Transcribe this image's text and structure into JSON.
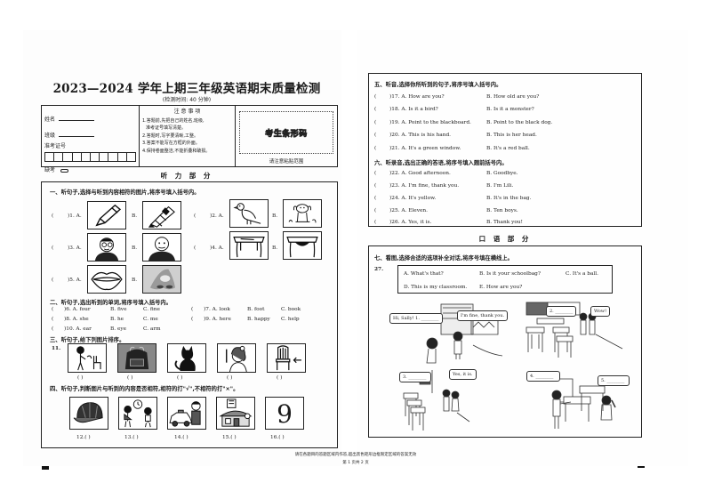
{
  "exam": {
    "title": "2023—2024 学年上期三年级英语期末质量检测",
    "duration": "(检测时间: 40 分钟)"
  },
  "info_box": {
    "name_label": "姓名",
    "class_label": "班级",
    "exam_id_label": "准考证号",
    "absent_label": "缺考",
    "notes_title": "注 意 事 项",
    "notes": [
      "1.答题前,先把自己的姓名,班级,",
      "  准考证号填写清楚。",
      "2.答题时,写字要清晰,工整。",
      "3.答案不能写在方框的外面。",
      "4.保持卷面整洁,不能折叠和破损。"
    ],
    "barcode_label": "考生条形码",
    "barcode_caption": "请注意粘贴范围"
  },
  "listening_section": {
    "heading": "听 力 部 分",
    "part1": {
      "title": "一、听句子,选择与听到内容相符的图片,将序号填入括号内。",
      "items": [
        {
          "num": ")1. A.",
          "a_pic": "pencil",
          "b_pic": "crayon"
        },
        {
          "num": ")2. A.",
          "a_pic": "bird",
          "b_pic": "dog"
        },
        {
          "num": ")3. A.",
          "a_pic": "man-glasses",
          "b_pic": "bald-man"
        },
        {
          "num": ")4. A.",
          "a_pic": "desk",
          "b_pic": "desk-drawer"
        },
        {
          "num": ")5. A.",
          "a_pic": "mouth",
          "b_pic": "nose"
        }
      ],
      "b_label": "B."
    },
    "part2": {
      "title": "二、听句子,选出听到的单词,将序号填入括号内。",
      "items": [
        {
          "num": ")6. A. four",
          "b": "B. five",
          "c": "C. fine"
        },
        {
          "num": ")7. A. look",
          "b": "B. foot",
          "c": "C. book"
        },
        {
          "num": ")8. A. she",
          "b": "B. he",
          "c": "C. me"
        },
        {
          "num": ")9. A. here",
          "b": "B. happy",
          "c": "C. help"
        },
        {
          "num": ")10. A. ear",
          "b": "B. eye",
          "c": "C. arm"
        }
      ]
    },
    "part3": {
      "title": "三、听句子,给下列图片排序。",
      "num": "11.",
      "pics": [
        "boy-chair",
        "schoolbag",
        "cat",
        "girl-pencil",
        "chair-arrow"
      ],
      "blank": "(      )"
    },
    "part4": {
      "title": "四、听句子,判断图片与听到的内容是否相符,相符的打\"√\",不相符的打\"×\"。",
      "items": [
        {
          "label": "12.(      )",
          "pic": "cap"
        },
        {
          "label": "13.(      )",
          "pic": "kids-clock"
        },
        {
          "label": "14.(      )",
          "pic": "taxi-man"
        },
        {
          "label": "15.(      )",
          "pic": "school-building"
        },
        {
          "label": "16.(      )",
          "pic": "number-9",
          "text": "9"
        }
      ]
    }
  },
  "right_page": {
    "part5": {
      "title": "五、听音,选择你所听到的句子,将序号填入括号内。",
      "items": [
        {
          "num": ")17. A. How are you?",
          "b": "B. How old are you?"
        },
        {
          "num": ")18. A. Is it a bird?",
          "b": "B. Is it a monster?"
        },
        {
          "num": ")19. A. Point to the blackboard.",
          "b": "B. Point to the black dog."
        },
        {
          "num": ")20. A. This is his hand.",
          "b": "B. This is her head."
        },
        {
          "num": ")21. A. It's a green window.",
          "b": "B. It's a red ball."
        }
      ]
    },
    "part6": {
      "title": "六、听录音,选出正确的答语,将序号填入题前括号内。",
      "items": [
        {
          "num": ")22. A. Good afternoon.",
          "b": "B. Goodbye."
        },
        {
          "num": ")23. A. I'm fine, thank you.",
          "b": "B. I'm Lili."
        },
        {
          "num": ")24. A. It's yellow.",
          "b": "B. It's in the bag."
        },
        {
          "num": ")25. A. Eleven.",
          "b": "B. Ten boys."
        },
        {
          "num": ")26. A. Yes, it is.",
          "b": "B. Thank you!"
        }
      ]
    },
    "oral_heading": "口 语 部 分",
    "part7": {
      "title": "七、看图,选择合适的选项补全对话,将序号填在横线上。",
      "num": "27.",
      "options": [
        "A. What's that?",
        "B. Is it your schoolbag?",
        "C. It's a ball.",
        "D. This is my classroom.",
        "E. How are you?"
      ],
      "bubbles": {
        "b1": "Hi, Sally! 1. ________",
        "b1r": "I'm fine, thank you.",
        "b2": "2. ________",
        "b2r": "Wow!",
        "b3": "3. ________",
        "b3r": "Yes, it is.",
        "b4": "4. ________",
        "b5": "5. ________"
      }
    }
  },
  "footer": {
    "notice": "请在各题目的答题区域内作答,超出黑色矩形边框限定区域的答案无效",
    "page": "第 1 页共 2 页"
  }
}
